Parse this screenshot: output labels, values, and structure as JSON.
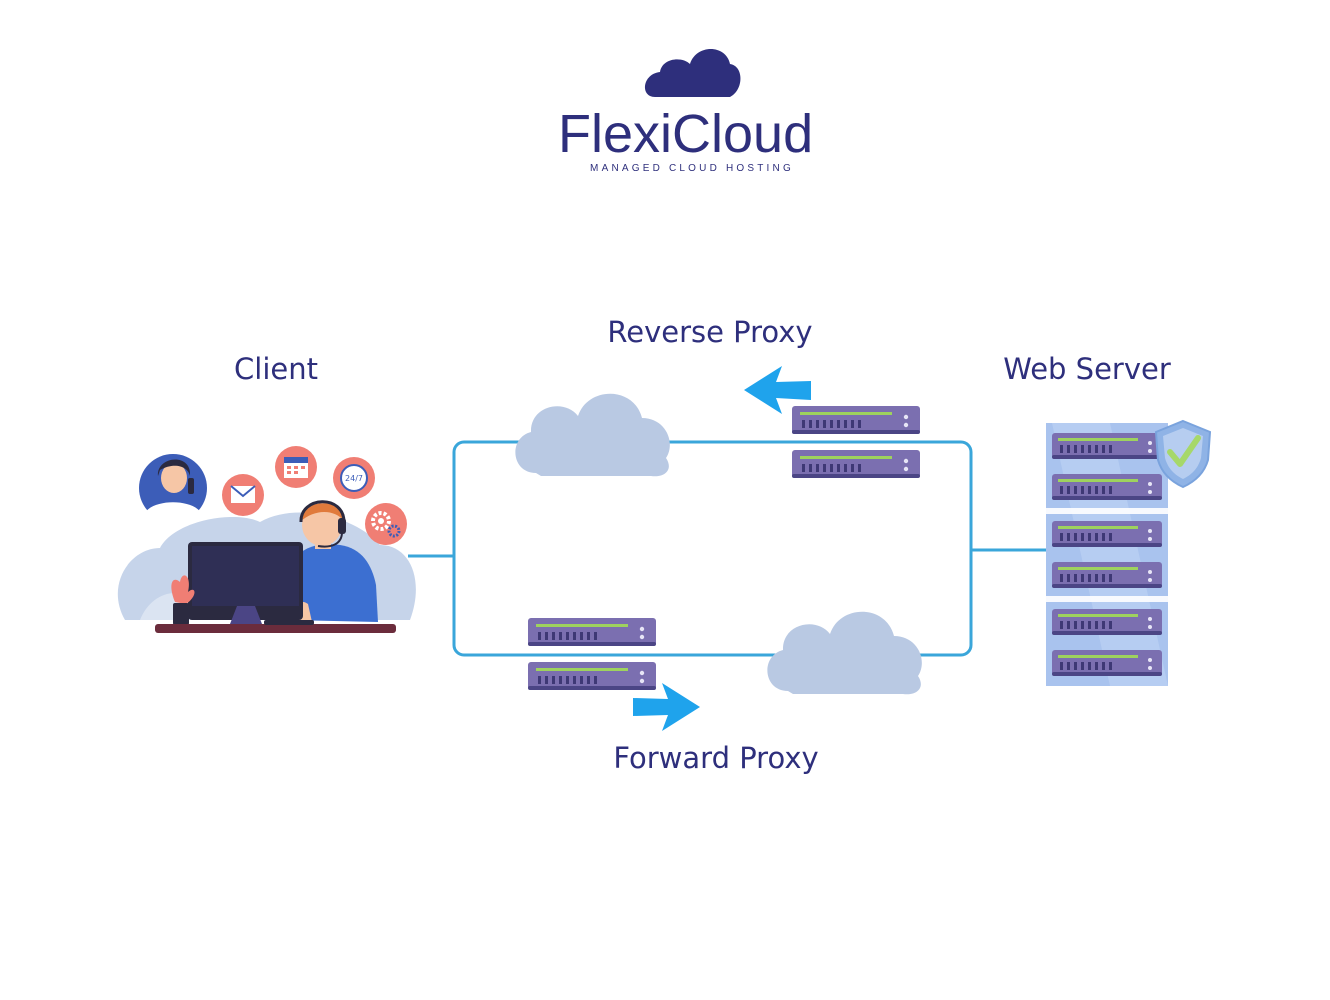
{
  "brand": {
    "name_part1": "Flexi",
    "name_part2": "Cloud",
    "tagline": "MANAGED   CLOUD   HOSTING",
    "color": "#2e2f7c"
  },
  "labels": {
    "client": "Client",
    "reverse_proxy": "Reverse Proxy",
    "web_server": "Web Server",
    "forward_proxy": "Forward Proxy"
  },
  "icons": {
    "client_illustration": "customer-support-agent-icon",
    "cloud": "cloud-icon",
    "server": "server-icon",
    "shield": "shield-check-icon",
    "arrow": "arrow-icon",
    "mail": "mail-icon",
    "calendar": "calendar-icon",
    "support_24_7": "clock-24-7-icon",
    "settings": "gear-icon"
  },
  "support_badge_text": "24/7",
  "colors": {
    "text": "#2e2f7c",
    "connector": "#3aa6da",
    "cloud": "#b9c9e3",
    "server": "#7b6fb0",
    "server_dark": "#4b4585",
    "server_led": "#9ed25e",
    "arrow": "#1fa3ec",
    "rack": "#a9c3ee",
    "shield": "#8fb3e6",
    "check": "#a6d86a",
    "icon_bubble": "#f07e74"
  }
}
